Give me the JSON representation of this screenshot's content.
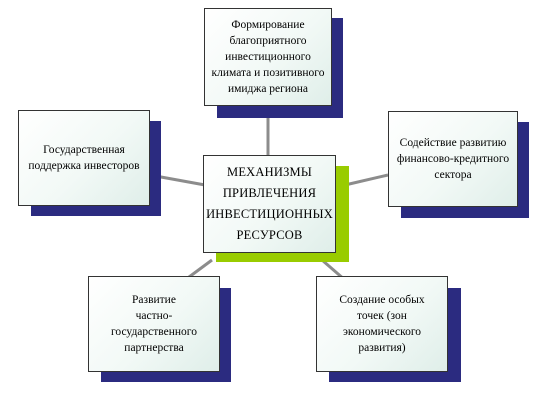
{
  "diagram": {
    "center": {
      "text": "МЕХАНИЗМЫ\nПРИВЛЕЧЕНИЯ\nИНВЕСТИЦИОННЫХ\nРЕСУРСОВ",
      "shadow_color": "#99cc00"
    },
    "nodes": [
      {
        "id": "top",
        "text": "Формирование\nблагоприятного\nинвестиционного\nклимата и позитивного\nимиджа региона"
      },
      {
        "id": "left",
        "text": "Государственная\nподдержка инвесторов"
      },
      {
        "id": "right",
        "text": "Содействие развитию\nфинансово-кредитного\nсектора"
      },
      {
        "id": "bottom-left",
        "text": "Развитие\nчастно-государственного\nпартнерства"
      },
      {
        "id": "bottom-right",
        "text": "Создание особых\nточек (зон\nэкономического\nразвития)"
      }
    ],
    "colors": {
      "node_shadow": "#2b2b80",
      "connector": "#8c8c8c",
      "border": "#333333"
    }
  }
}
